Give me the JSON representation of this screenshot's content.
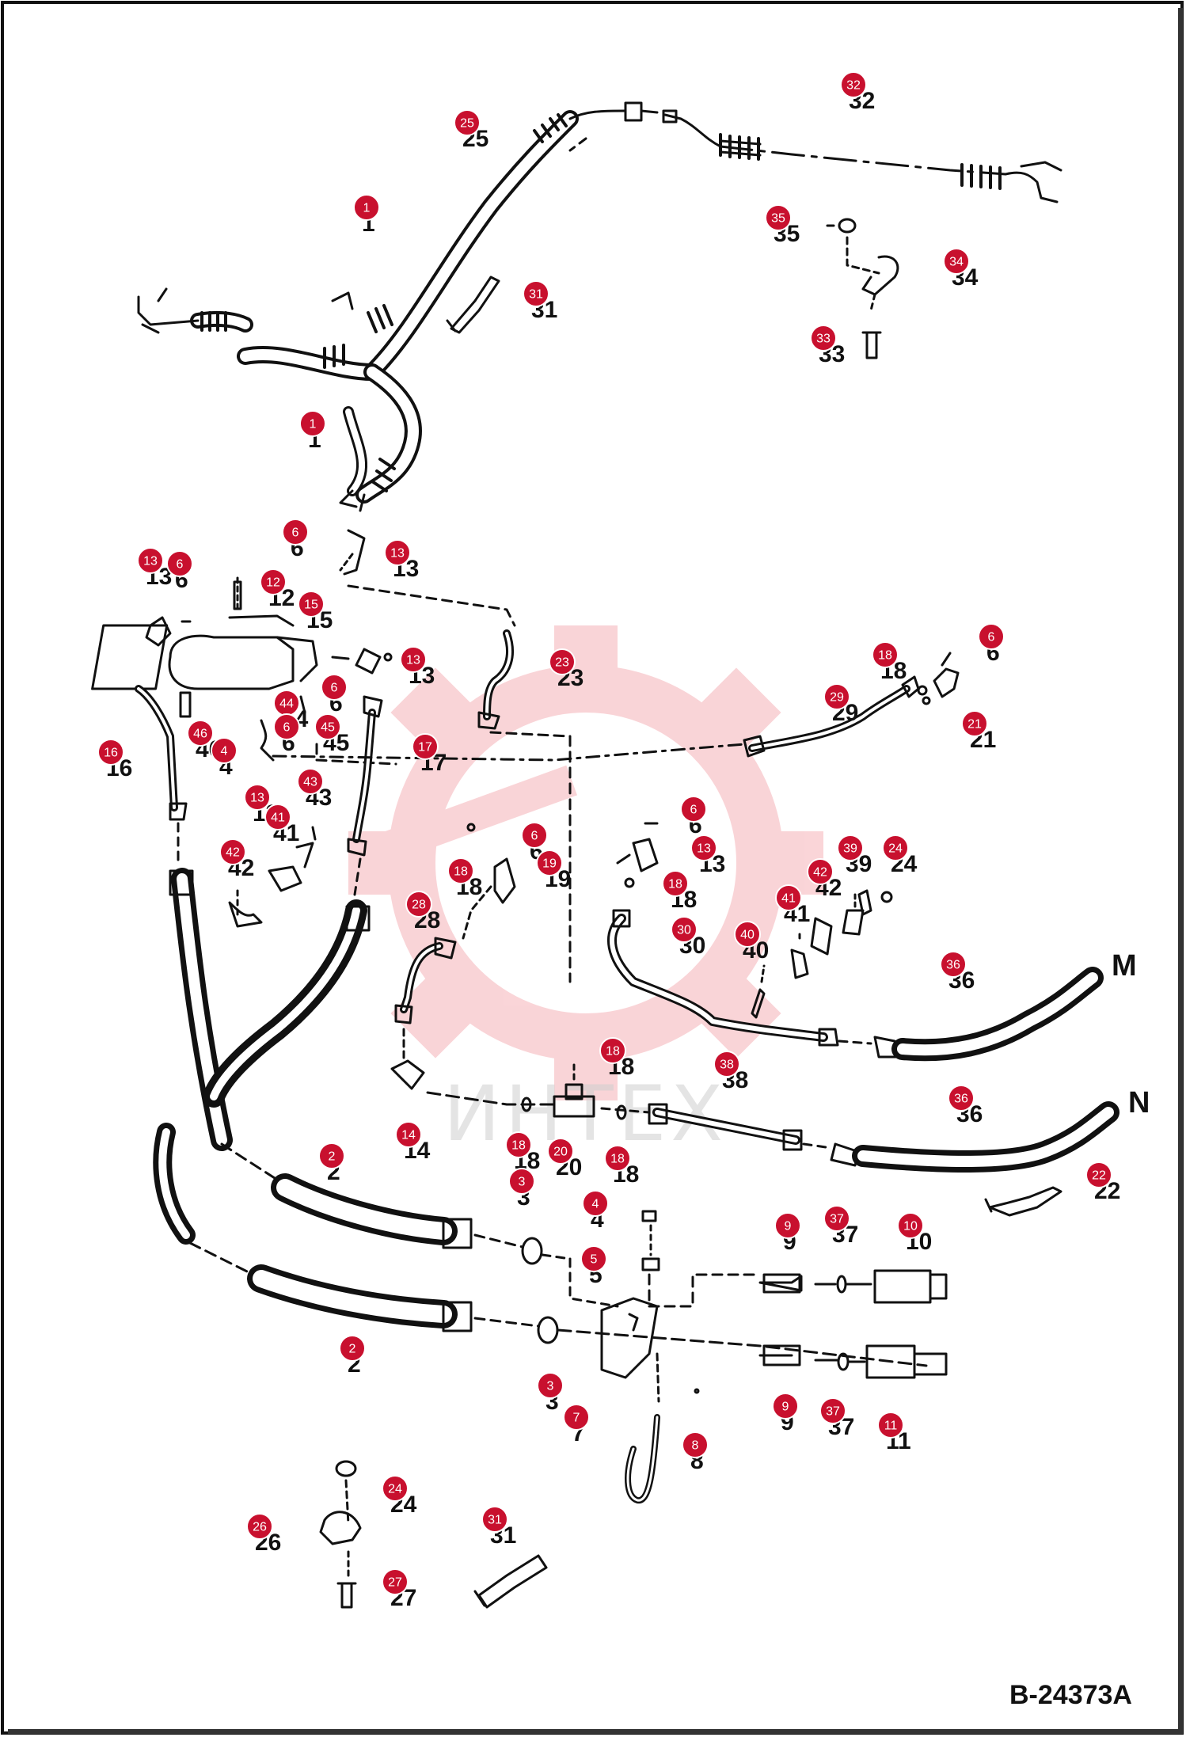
{
  "watermark": {
    "text": "ИНТЕХ",
    "color": "#e8414f"
  },
  "reference": "B-24373A",
  "side_labels": {
    "m": "M",
    "n": "N"
  },
  "callout_color": "#c8102e",
  "callouts": [
    {
      "n": "25"
    },
    {
      "n": "32"
    },
    {
      "n": "1"
    },
    {
      "n": "35"
    },
    {
      "n": "34"
    },
    {
      "n": "31"
    },
    {
      "n": "33"
    },
    {
      "n": "1"
    },
    {
      "n": "6"
    },
    {
      "n": "13"
    },
    {
      "n": "13"
    },
    {
      "n": "6"
    },
    {
      "n": "12"
    },
    {
      "n": "15"
    },
    {
      "n": "13"
    },
    {
      "n": "6"
    },
    {
      "n": "44"
    },
    {
      "n": "45"
    },
    {
      "n": "6"
    },
    {
      "n": "46"
    },
    {
      "n": "4"
    },
    {
      "n": "16"
    },
    {
      "n": "17"
    },
    {
      "n": "13"
    },
    {
      "n": "43"
    },
    {
      "n": "41"
    },
    {
      "n": "42"
    },
    {
      "n": "23"
    },
    {
      "n": "6"
    },
    {
      "n": "18"
    },
    {
      "n": "29"
    },
    {
      "n": "21"
    },
    {
      "n": "6"
    },
    {
      "n": "13"
    },
    {
      "n": "18"
    },
    {
      "n": "6"
    },
    {
      "n": "19"
    },
    {
      "n": "18"
    },
    {
      "n": "28"
    },
    {
      "n": "39"
    },
    {
      "n": "24"
    },
    {
      "n": "42"
    },
    {
      "n": "41"
    },
    {
      "n": "30"
    },
    {
      "n": "40"
    },
    {
      "n": "36"
    },
    {
      "n": "18"
    },
    {
      "n": "38"
    },
    {
      "n": "36"
    },
    {
      "n": "14"
    },
    {
      "n": "18"
    },
    {
      "n": "20"
    },
    {
      "n": "18"
    },
    {
      "n": "2"
    },
    {
      "n": "3"
    },
    {
      "n": "22"
    },
    {
      "n": "4"
    },
    {
      "n": "9"
    },
    {
      "n": "37"
    },
    {
      "n": "10"
    },
    {
      "n": "5"
    },
    {
      "n": "2"
    },
    {
      "n": "3"
    },
    {
      "n": "7"
    },
    {
      "n": "9"
    },
    {
      "n": "37"
    },
    {
      "n": "11"
    },
    {
      "n": "8"
    },
    {
      "n": "24"
    },
    {
      "n": "31"
    },
    {
      "n": "26"
    },
    {
      "n": "27"
    }
  ]
}
